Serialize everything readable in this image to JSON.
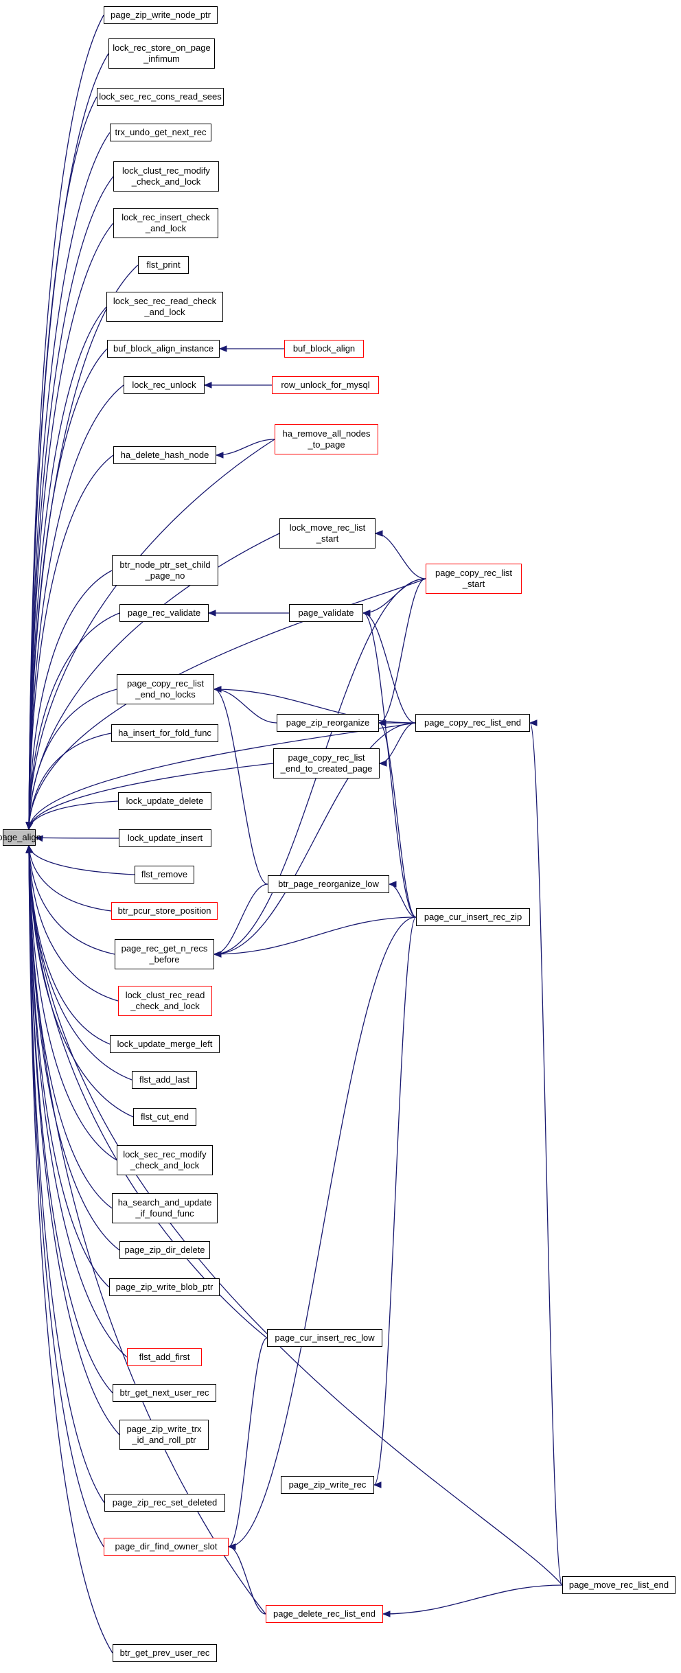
{
  "diagram": {
    "root": "page_align",
    "colors": {
      "edge": "#191970",
      "node_border": "#000000",
      "link_border": "#ff0000",
      "root_fill": "#bfbfbf"
    },
    "nodes": [
      {
        "id": "page_align",
        "label": "page_align",
        "style": "root"
      },
      {
        "id": "page_zip_write_node_ptr",
        "label": "page_zip_write_node_ptr",
        "style": "normal"
      },
      {
        "id": "lock_rec_store_on_page_infimum",
        "label": "lock_rec_store_on_page\n_infimum",
        "style": "normal"
      },
      {
        "id": "lock_sec_rec_cons_read_sees",
        "label": "lock_sec_rec_cons_read_sees",
        "style": "normal"
      },
      {
        "id": "trx_undo_get_next_rec",
        "label": "trx_undo_get_next_rec",
        "style": "normal"
      },
      {
        "id": "lock_clust_rec_modify_check_and_lock",
        "label": "lock_clust_rec_modify\n_check_and_lock",
        "style": "normal"
      },
      {
        "id": "lock_rec_insert_check_and_lock",
        "label": "lock_rec_insert_check\n_and_lock",
        "style": "normal"
      },
      {
        "id": "flst_print",
        "label": "flst_print",
        "style": "normal"
      },
      {
        "id": "lock_sec_rec_read_check_and_lock",
        "label": "lock_sec_rec_read_check\n_and_lock",
        "style": "normal"
      },
      {
        "id": "buf_block_align_instance",
        "label": "buf_block_align_instance",
        "style": "normal"
      },
      {
        "id": "buf_block_align",
        "label": "buf_block_align",
        "style": "red"
      },
      {
        "id": "lock_rec_unlock",
        "label": "lock_rec_unlock",
        "style": "normal"
      },
      {
        "id": "row_unlock_for_mysql",
        "label": "row_unlock_for_mysql",
        "style": "red"
      },
      {
        "id": "ha_remove_all_nodes_to_page",
        "label": "ha_remove_all_nodes\n_to_page",
        "style": "red"
      },
      {
        "id": "ha_delete_hash_node",
        "label": "ha_delete_hash_node",
        "style": "normal"
      },
      {
        "id": "lock_move_rec_list_start",
        "label": "lock_move_rec_list\n_start",
        "style": "normal"
      },
      {
        "id": "page_copy_rec_list_start",
        "label": "page_copy_rec_list\n_start",
        "style": "red"
      },
      {
        "id": "btr_node_ptr_set_child_page_no",
        "label": "btr_node_ptr_set_child\n_page_no",
        "style": "normal"
      },
      {
        "id": "page_rec_validate",
        "label": "page_rec_validate",
        "style": "normal"
      },
      {
        "id": "page_validate",
        "label": "page_validate",
        "style": "normal"
      },
      {
        "id": "page_copy_rec_list_end_no_locks",
        "label": "page_copy_rec_list\n_end_no_locks",
        "style": "normal"
      },
      {
        "id": "page_zip_reorganize",
        "label": "page_zip_reorganize",
        "style": "normal"
      },
      {
        "id": "page_copy_rec_list_end",
        "label": "page_copy_rec_list_end",
        "style": "normal"
      },
      {
        "id": "ha_insert_for_fold_func",
        "label": "ha_insert_for_fold_func",
        "style": "normal"
      },
      {
        "id": "page_copy_rec_list_end_to_created_page",
        "label": "page_copy_rec_list\n_end_to_created_page",
        "style": "normal"
      },
      {
        "id": "lock_update_delete",
        "label": "lock_update_delete",
        "style": "normal"
      },
      {
        "id": "lock_update_insert",
        "label": "lock_update_insert",
        "style": "normal"
      },
      {
        "id": "flst_remove",
        "label": "flst_remove",
        "style": "normal"
      },
      {
        "id": "btr_pcur_store_position",
        "label": "btr_pcur_store_position",
        "style": "red"
      },
      {
        "id": "btr_page_reorganize_low",
        "label": "btr_page_reorganize_low",
        "style": "normal"
      },
      {
        "id": "page_cur_insert_rec_zip",
        "label": "page_cur_insert_rec_zip",
        "style": "normal"
      },
      {
        "id": "page_rec_get_n_recs_before",
        "label": "page_rec_get_n_recs\n_before",
        "style": "normal"
      },
      {
        "id": "lock_clust_rec_read_check_and_lock",
        "label": "lock_clust_rec_read\n_check_and_lock",
        "style": "red"
      },
      {
        "id": "lock_update_merge_left",
        "label": "lock_update_merge_left",
        "style": "normal"
      },
      {
        "id": "flst_add_last",
        "label": "flst_add_last",
        "style": "normal"
      },
      {
        "id": "flst_cut_end",
        "label": "flst_cut_end",
        "style": "normal"
      },
      {
        "id": "lock_sec_rec_modify_check_and_lock",
        "label": "lock_sec_rec_modify\n_check_and_lock",
        "style": "normal"
      },
      {
        "id": "ha_search_and_update_if_found_func",
        "label": "ha_search_and_update\n_if_found_func",
        "style": "normal"
      },
      {
        "id": "page_zip_dir_delete",
        "label": "page_zip_dir_delete",
        "style": "normal"
      },
      {
        "id": "page_zip_write_blob_ptr",
        "label": "page_zip_write_blob_ptr",
        "style": "normal"
      },
      {
        "id": "page_cur_insert_rec_low",
        "label": "page_cur_insert_rec_low",
        "style": "normal"
      },
      {
        "id": "flst_add_first",
        "label": "flst_add_first",
        "style": "red"
      },
      {
        "id": "btr_get_next_user_rec",
        "label": "btr_get_next_user_rec",
        "style": "normal"
      },
      {
        "id": "page_zip_write_trx_id_and_roll_ptr",
        "label": "page_zip_write_trx\n_id_and_roll_ptr",
        "style": "normal"
      },
      {
        "id": "page_zip_write_rec",
        "label": "page_zip_write_rec",
        "style": "normal"
      },
      {
        "id": "page_zip_rec_set_deleted",
        "label": "page_zip_rec_set_deleted",
        "style": "normal"
      },
      {
        "id": "page_dir_find_owner_slot",
        "label": "page_dir_find_owner_slot",
        "style": "red"
      },
      {
        "id": "page_move_rec_list_end",
        "label": "page_move_rec_list_end",
        "style": "normal"
      },
      {
        "id": "page_delete_rec_list_end",
        "label": "page_delete_rec_list_end",
        "style": "red"
      },
      {
        "id": "btr_get_prev_user_rec",
        "label": "btr_get_prev_user_rec",
        "style": "normal"
      }
    ],
    "edges": [
      {
        "from": "page_zip_write_node_ptr",
        "to": "page_align"
      },
      {
        "from": "lock_rec_store_on_page_infimum",
        "to": "page_align"
      },
      {
        "from": "lock_sec_rec_cons_read_sees",
        "to": "page_align"
      },
      {
        "from": "trx_undo_get_next_rec",
        "to": "page_align"
      },
      {
        "from": "lock_clust_rec_modify_check_and_lock",
        "to": "page_align"
      },
      {
        "from": "lock_rec_insert_check_and_lock",
        "to": "page_align"
      },
      {
        "from": "flst_print",
        "to": "page_align"
      },
      {
        "from": "lock_sec_rec_read_check_and_lock",
        "to": "page_align"
      },
      {
        "from": "buf_block_align_instance",
        "to": "page_align"
      },
      {
        "from": "lock_rec_unlock",
        "to": "page_align"
      },
      {
        "from": "ha_remove_all_nodes_to_page",
        "to": "page_align"
      },
      {
        "from": "ha_delete_hash_node",
        "to": "page_align"
      },
      {
        "from": "lock_move_rec_list_start",
        "to": "page_align"
      },
      {
        "from": "page_copy_rec_list_start",
        "to": "page_align"
      },
      {
        "from": "btr_node_ptr_set_child_page_no",
        "to": "page_align"
      },
      {
        "from": "page_rec_validate",
        "to": "page_align"
      },
      {
        "from": "page_copy_rec_list_end",
        "to": "page_align"
      },
      {
        "from": "page_copy_rec_list_end_no_locks",
        "to": "page_align"
      },
      {
        "from": "ha_insert_for_fold_func",
        "to": "page_align"
      },
      {
        "from": "page_copy_rec_list_end_to_created_page",
        "to": "page_align"
      },
      {
        "from": "lock_update_delete",
        "to": "page_align"
      },
      {
        "from": "lock_update_insert",
        "to": "page_align"
      },
      {
        "from": "flst_remove",
        "to": "page_align"
      },
      {
        "from": "btr_pcur_store_position",
        "to": "page_align"
      },
      {
        "from": "page_rec_get_n_recs_before",
        "to": "page_align"
      },
      {
        "from": "lock_clust_rec_read_check_and_lock",
        "to": "page_align"
      },
      {
        "from": "lock_update_merge_left",
        "to": "page_align"
      },
      {
        "from": "flst_add_last",
        "to": "page_align"
      },
      {
        "from": "flst_cut_end",
        "to": "page_align"
      },
      {
        "from": "lock_sec_rec_modify_check_and_lock",
        "to": "page_align"
      },
      {
        "from": "ha_search_and_update_if_found_func",
        "to": "page_align"
      },
      {
        "from": "page_zip_dir_delete",
        "to": "page_align"
      },
      {
        "from": "page_zip_write_blob_ptr",
        "to": "page_align"
      },
      {
        "from": "page_cur_insert_rec_low",
        "to": "page_align"
      },
      {
        "from": "flst_add_first",
        "to": "page_align"
      },
      {
        "from": "btr_get_next_user_rec",
        "to": "page_align"
      },
      {
        "from": "page_zip_write_trx_id_and_roll_ptr",
        "to": "page_align"
      },
      {
        "from": "page_zip_rec_set_deleted",
        "to": "page_align"
      },
      {
        "from": "page_dir_find_owner_slot",
        "to": "page_align"
      },
      {
        "from": "page_move_rec_list_end",
        "to": "page_align"
      },
      {
        "from": "page_delete_rec_list_end",
        "to": "page_align"
      },
      {
        "from": "btr_get_prev_user_rec",
        "to": "page_align"
      },
      {
        "from": "buf_block_align",
        "to": "buf_block_align_instance"
      },
      {
        "from": "row_unlock_for_mysql",
        "to": "lock_rec_unlock"
      },
      {
        "from": "ha_remove_all_nodes_to_page",
        "to": "ha_delete_hash_node"
      },
      {
        "from": "page_copy_rec_list_start",
        "to": "lock_move_rec_list_start"
      },
      {
        "from": "page_validate",
        "to": "page_rec_validate"
      },
      {
        "from": "page_copy_rec_list_start",
        "to": "page_validate"
      },
      {
        "from": "page_copy_rec_list_end",
        "to": "page_validate"
      },
      {
        "from": "page_cur_insert_rec_zip",
        "to": "page_validate"
      },
      {
        "from": "page_zip_reorganize",
        "to": "page_copy_rec_list_end_no_locks"
      },
      {
        "from": "page_copy_rec_list_end",
        "to": "page_copy_rec_list_end_no_locks"
      },
      {
        "from": "btr_page_reorganize_low",
        "to": "page_copy_rec_list_end_no_locks"
      },
      {
        "from": "page_copy_rec_list_start",
        "to": "page_zip_reorganize"
      },
      {
        "from": "page_copy_rec_list_end",
        "to": "page_zip_reorganize"
      },
      {
        "from": "page_cur_insert_rec_zip",
        "to": "page_zip_reorganize"
      },
      {
        "from": "page_copy_rec_list_end",
        "to": "page_copy_rec_list_end_to_created_page"
      },
      {
        "from": "page_move_rec_list_end",
        "to": "page_copy_rec_list_end"
      },
      {
        "from": "page_cur_insert_rec_zip",
        "to": "btr_page_reorganize_low"
      },
      {
        "from": "btr_page_reorganize_low",
        "to": "page_rec_get_n_recs_before"
      },
      {
        "from": "page_copy_rec_list_start",
        "to": "page_rec_get_n_recs_before"
      },
      {
        "from": "page_copy_rec_list_end",
        "to": "page_rec_get_n_recs_before"
      },
      {
        "from": "page_cur_insert_rec_zip",
        "to": "page_rec_get_n_recs_before"
      },
      {
        "from": "page_cur_insert_rec_low",
        "to": "page_dir_find_owner_slot"
      },
      {
        "from": "page_cur_insert_rec_zip",
        "to": "page_dir_find_owner_slot"
      },
      {
        "from": "page_delete_rec_list_end",
        "to": "page_dir_find_owner_slot"
      },
      {
        "from": "page_cur_insert_rec_zip",
        "to": "page_zip_write_rec"
      },
      {
        "from": "page_move_rec_list_end",
        "to": "page_delete_rec_list_end"
      }
    ]
  }
}
